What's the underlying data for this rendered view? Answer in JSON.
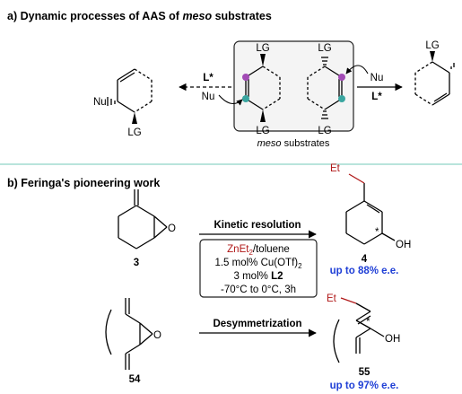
{
  "section_a": {
    "title_prefix": "a) Dynamic processes of AAS of ",
    "title_italic": "meso",
    "title_suffix": " substrates",
    "caption_italic": "meso",
    "caption_suffix": " substrates",
    "labels": {
      "lg_top_left_mol": "LG",
      "lg_top_right_mol": "LG",
      "lg_bottom_left_mol": "LG",
      "lg_bottom_right_mol": "LG",
      "lg_product_left": "LG",
      "lg_product_right": "LG",
      "nu_product_left": "Nu",
      "arrow_left_top": "L*",
      "arrow_left_bottom": "Nu",
      "arrow_right_top": "Nu",
      "arrow_right_bottom": "L*"
    }
  },
  "section_b": {
    "title": "b) Feringa's pioneering work",
    "arrow1_label": "Kinetic resolution",
    "arrow2_label": "Desymmetrization",
    "conditions": {
      "line1_red": "ZnEt",
      "line1_sub": "2",
      "line1_rest": "/toluene",
      "line2_main": "1.5 mol% Cu(OTf)",
      "line2_sub": "2",
      "line3_prefix": "3 mol% ",
      "line3_bold": "L2",
      "line4": "-70°C to 0°C, 3h"
    },
    "compounds": {
      "c3": "3",
      "c4": "4",
      "c54": "54",
      "c55": "55"
    },
    "atoms": {
      "o_epoxide1": "O",
      "o_epoxide2": "O",
      "oh_4": "OH",
      "oh_55": "OH",
      "et_4": "Et",
      "et_55": "Et",
      "star_4": "*",
      "star_55": "*"
    },
    "ee_4": "up to 88% e.e.",
    "ee_55": "up to 97% e.e."
  },
  "colors": {
    "red": "#b01818",
    "blue": "#1f3fd6",
    "purple_dot": "#a24bb5",
    "teal_dot": "#3aa6a0",
    "divider": "#8fd3c7"
  }
}
